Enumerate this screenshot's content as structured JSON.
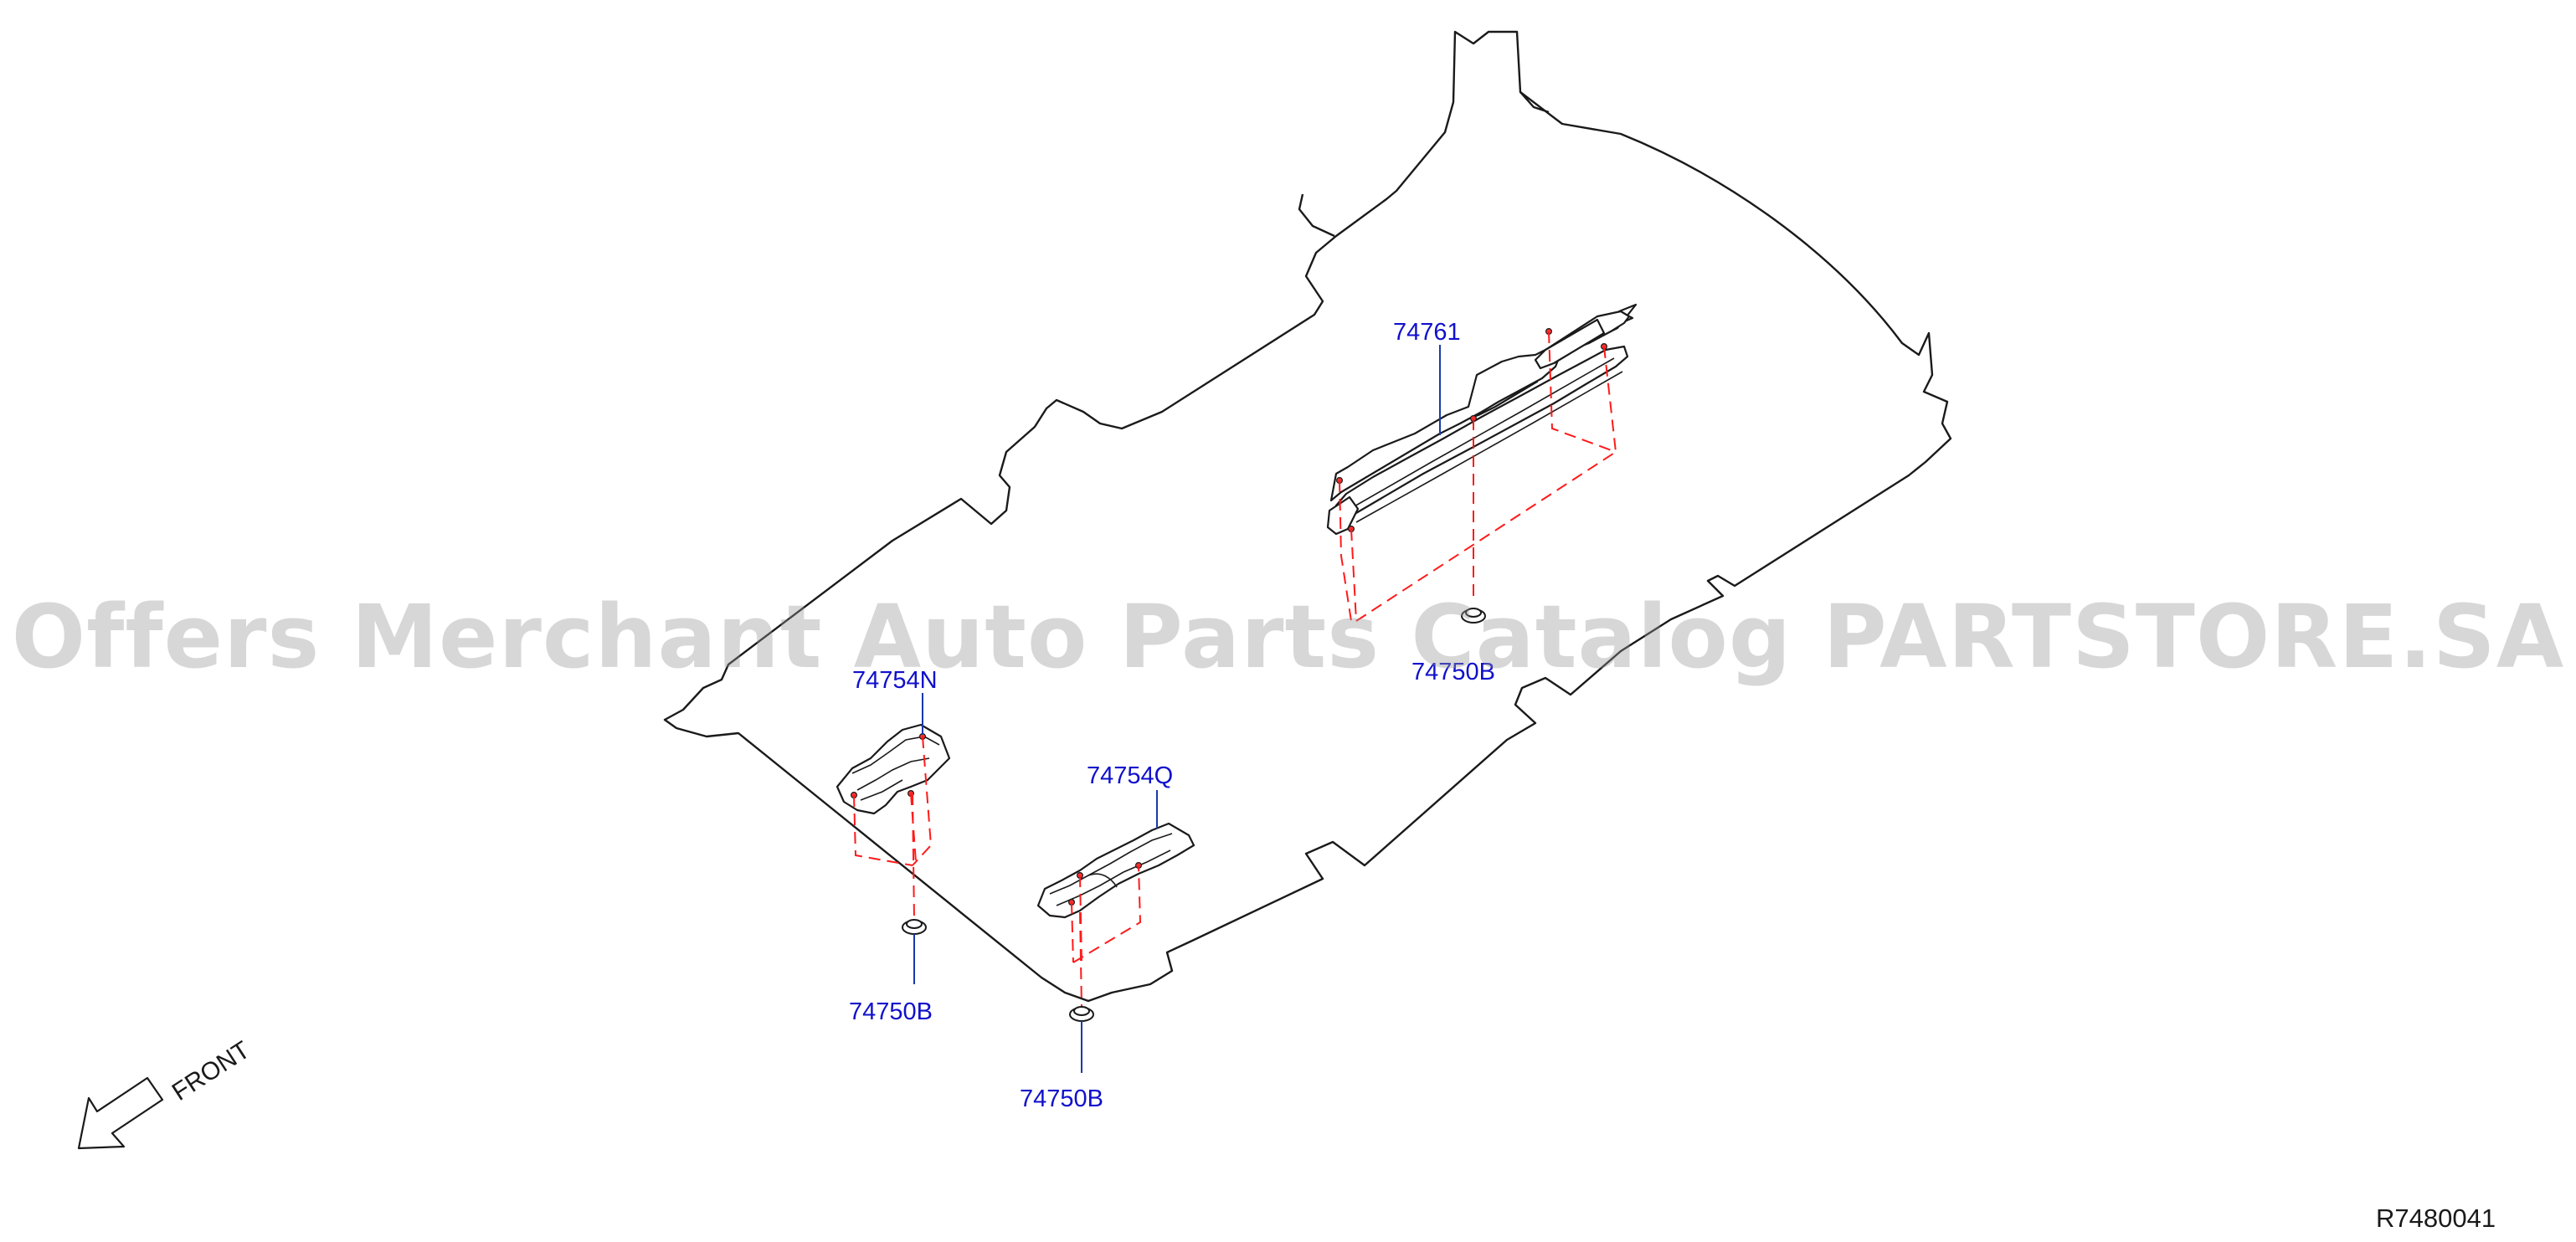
{
  "labels": {
    "rear_insulator": "74761",
    "rear_clip": "74750B",
    "front_left_insulator": "74754N",
    "front_right_insulator": "74754Q",
    "front_left_clip": "74750B",
    "front_right_clip": "74750B"
  },
  "direction": {
    "text": "FRONT"
  },
  "reference_code": "R7480041",
  "watermark": "Offers Merchant Auto Parts Catalog PARTSTORE.SA",
  "colors": {
    "label_blue": "#1010cc",
    "dashed_red": "#ff1a1a",
    "outline_black": "#1a1a1a",
    "watermark_gray": "#969696"
  },
  "icons": {
    "front_arrow": "front-arrow-icon",
    "clip": "clip-icon",
    "bolt_hole": "hole-icon"
  }
}
